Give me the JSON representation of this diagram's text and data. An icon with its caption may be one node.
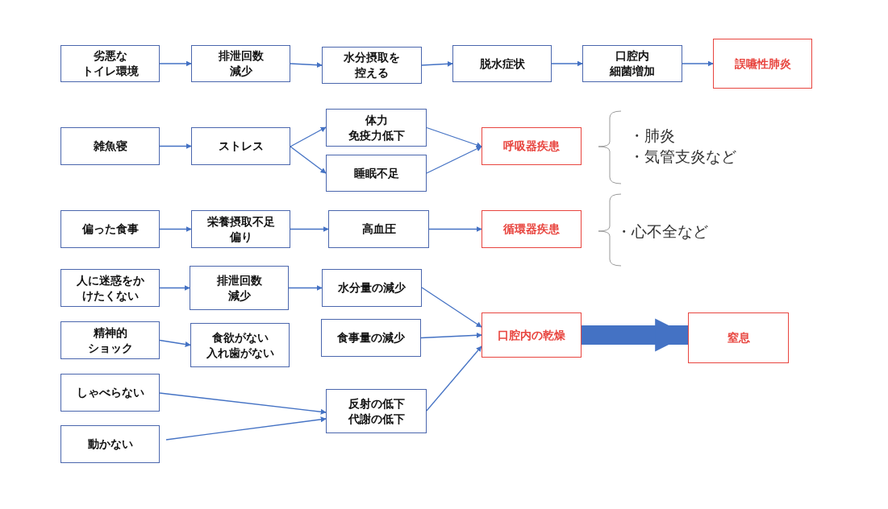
{
  "diagram": {
    "nodes": [
      {
        "text": [
          "劣悪なトイレ環境"
        ]
      },
      {
        "text": [
          "排泄回数減少"
        ]
      },
      {
        "text": [
          "水分摂取を控える"
        ]
      },
      {
        "text": [
          "脱水症状"
        ]
      },
      {
        "text": [
          "口腔内細菌増加"
        ]
      },
      {
        "text": [
          "誤嚥性肺炎"
        ]
      },
      {
        "text": [
          "雑魚寝"
        ]
      },
      {
        "text": [
          "ストレス"
        ]
      },
      {
        "text": [
          "体力免疫力低下"
        ]
      },
      {
        "text": [
          "睡眠不足"
        ]
      },
      {
        "text": [
          "呼吸器疾患"
        ]
      },
      {
        "text": [
          "偏った食事"
        ]
      },
      {
        "text": [
          "栄養摂取不足偏り"
        ]
      },
      {
        "text": [
          "高血圧"
        ]
      },
      {
        "text": [
          "循環器疾患"
        ]
      },
      {
        "text": [
          "人に迷惑をかけたくない"
        ]
      },
      {
        "text": [
          "排泄回数減少"
        ]
      },
      {
        "text": [
          "水分量の減少"
        ]
      },
      {
        "text": [
          "精神的ショック"
        ]
      },
      {
        "text": [
          "食欲がない入れ歯がない"
        ]
      },
      {
        "text": [
          "食事量の減少"
        ]
      },
      {
        "text": [
          "口腔内の乾燥"
        ]
      },
      {
        "text": [
          "窒息"
        ]
      },
      {
        "text": [
          "しゃべらない"
        ]
      },
      {
        "text": [
          "反射の低下代謝の低下"
        ]
      },
      {
        "text": [
          "動かない"
        ]
      }
    ],
    "edges": [
      {
        "from": 0,
        "to": 1,
        "arrow": "to"
      },
      {
        "from": 1,
        "to": 2,
        "arrow": "to"
      },
      {
        "from": 2,
        "to": 3,
        "arrow": "to"
      },
      {
        "from": 3,
        "to": 4,
        "arrow": "to"
      },
      {
        "from": 4,
        "to": 5,
        "arrow": "to"
      },
      {
        "from": 6,
        "to": 7,
        "arrow": "to"
      },
      {
        "from": 7,
        "to": 8,
        "arrow": "to"
      },
      {
        "from": 7,
        "to": 9,
        "arrow": "to"
      },
      {
        "from": 8,
        "to": 10,
        "arrow": "to"
      },
      {
        "from": 9,
        "to": 10,
        "arrow": "to"
      },
      {
        "from": 11,
        "to": 12,
        "arrow": "to"
      },
      {
        "from": 12,
        "to": 13,
        "arrow": "to"
      },
      {
        "from": 13,
        "to": 14,
        "arrow": "to"
      },
      {
        "from": 15,
        "to": 16,
        "arrow": "to"
      },
      {
        "from": 16,
        "to": 17,
        "arrow": "to"
      },
      {
        "from": 17,
        "to": 21,
        "arrow": "to"
      },
      {
        "from": 18,
        "to": 19,
        "arrow": "to"
      },
      {
        "from": 20,
        "to": 21,
        "arrow": "to"
      },
      {
        "from": 23,
        "to": 24,
        "arrow": "to"
      },
      {
        "from": 25,
        "to": 24,
        "arrow": "to"
      },
      {
        "from": 24,
        "to": 21,
        "arrow": "to"
      },
      {
        "from": 21,
        "to": 22,
        "arrow": "to",
        "style": "thick"
      }
    ],
    "labels": [
      "・肺炎",
      "・気管支炎など",
      "・心不全など"
    ]
  }
}
